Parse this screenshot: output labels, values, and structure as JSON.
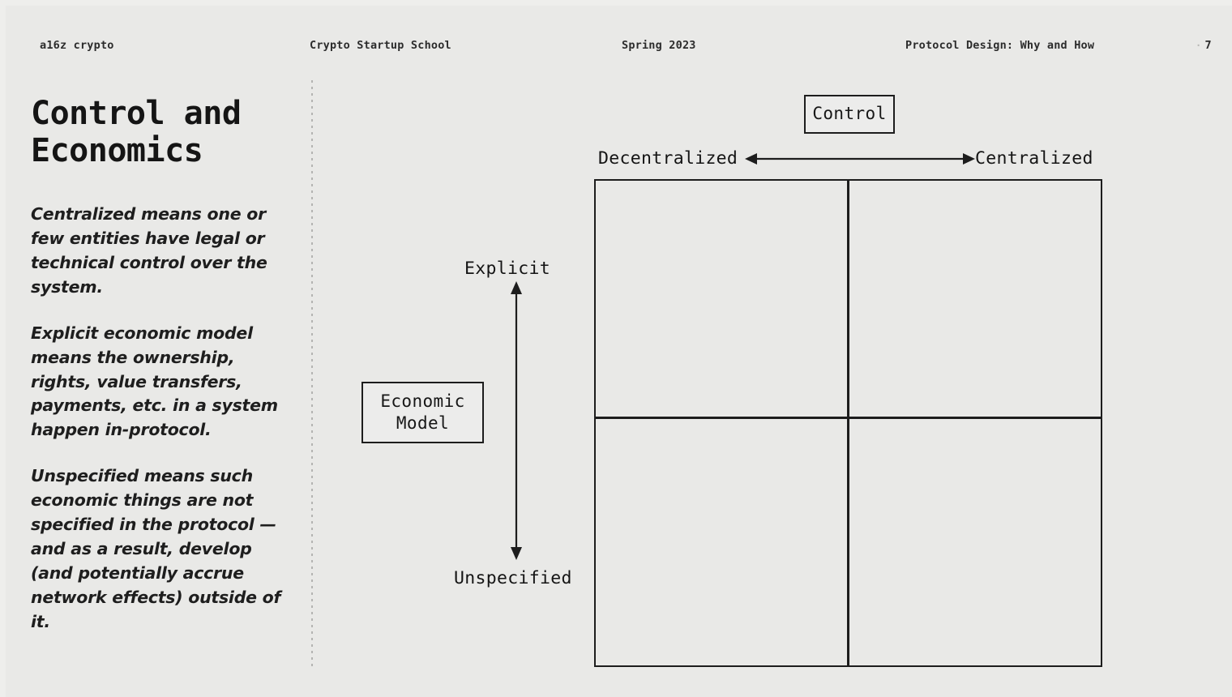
{
  "slide": {
    "background_color": "#e9e9e7",
    "ink_color": "#1d1d1d"
  },
  "header": {
    "brand": "a16z crypto",
    "course": "Crypto Startup School",
    "term": "Spring 2023",
    "deck_title": "Protocol Design: Why and How",
    "page_number": "7",
    "page_marker": "·"
  },
  "title": {
    "line1": "Control and",
    "line2": "Economics"
  },
  "body": {
    "paragraphs": [
      "Centralized means one or few entities have legal or technical control over the system.",
      "Explicit economic model means the ownership, rights, value transfers, payments, etc. in a system happen in-protocol.",
      "Unspecified means such economic things are not specified in the protocol — and as a result, develop (and potentially accrue network effects) outside of it."
    ]
  },
  "diagram": {
    "x_axis": {
      "box_label": "Control",
      "left_label": "Decentralized",
      "right_label": "Centralized",
      "arrow": "double-headed-horizontal-arrow"
    },
    "y_axis": {
      "box_label_line1": "Economic",
      "box_label_line2": "Model",
      "top_label": "Explicit",
      "bottom_label": "Unspecified",
      "arrow": "double-headed-vertical-arrow"
    },
    "quadrants": [
      {
        "id": "top-left",
        "control": "Decentralized",
        "economic_model": "Explicit",
        "content": ""
      },
      {
        "id": "top-right",
        "control": "Centralized",
        "economic_model": "Explicit",
        "content": ""
      },
      {
        "id": "bottom-left",
        "control": "Decentralized",
        "economic_model": "Unspecified",
        "content": ""
      },
      {
        "id": "bottom-right",
        "control": "Centralized",
        "economic_model": "Unspecified",
        "content": ""
      }
    ]
  }
}
